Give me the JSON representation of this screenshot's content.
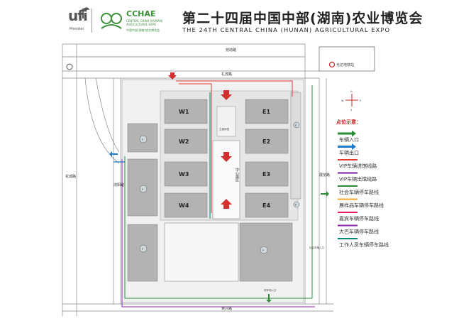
{
  "header": {
    "ufi_logo": "ufi",
    "ufi_member": "Member",
    "cchae_logo": "CCHAE",
    "cchae_sub": "CENTRAL CHINA (HUNAN) AGRICULTURAL EXPO",
    "cchae_cn": "中国中部(湖南)农业博览会",
    "title_cn": "第二十四届中国中部(湖南)农业博览会",
    "title_en": "THE 24TH CENTRAL CHINA (HUNAN) AGRICULTURAL EXPO"
  },
  "roads": {
    "top": "劳动路",
    "middle": "礼宾路",
    "bottom": "黄兴路",
    "left_outer": "花城路",
    "left_inner": "浏阳路",
    "right": "展览路"
  },
  "metro_label": "光达地铁站",
  "halls": {
    "W1": "W1",
    "W2": "W2",
    "W3": "W3",
    "W4": "W4",
    "E1": "E1",
    "E2": "E2",
    "E3": "E3",
    "E4": "E4",
    "central": "中心展区",
    "central_top": "主接待馆"
  },
  "parking_symbol": "P",
  "entrance_labels": {
    "bus_entry": "社会车辆入口",
    "bus_entry_bottom": "停车场入口"
  },
  "legend": {
    "title": "点位示意：",
    "items": [
      {
        "label": "车辆入口",
        "color": "#2e8b3a",
        "kind": "arrow-in"
      },
      {
        "label": "车辆出口",
        "color": "#1f7ac8",
        "kind": "arrow-out"
      },
      {
        "label": "VIP车辆进馆线路",
        "color": "#e53935",
        "kind": "line"
      },
      {
        "label": "VIP车辆出馆线路",
        "color": "#7b1fa2",
        "kind": "line"
      },
      {
        "label": "社会车辆停车路线",
        "color": "#2e8b3a",
        "kind": "line"
      },
      {
        "label": "展样品车辆停车路线",
        "color": "#f9a825",
        "kind": "line"
      },
      {
        "label": "嘉宾车辆停车路线",
        "color": "#e91e63",
        "kind": "line"
      },
      {
        "label": "大巴车辆停车路线",
        "color": "#8e24aa",
        "kind": "line"
      },
      {
        "label": "工作人员车辆停车路线",
        "color": "#00897b",
        "kind": "line"
      }
    ]
  },
  "compass": {
    "n": "N",
    "s": "S",
    "e": "E",
    "w": "W"
  },
  "colors": {
    "hall_fill": "#b3b3b3",
    "hall_stroke": "#7a7a7a",
    "ground": "#e6e6e6",
    "road_edge": "#888888"
  }
}
